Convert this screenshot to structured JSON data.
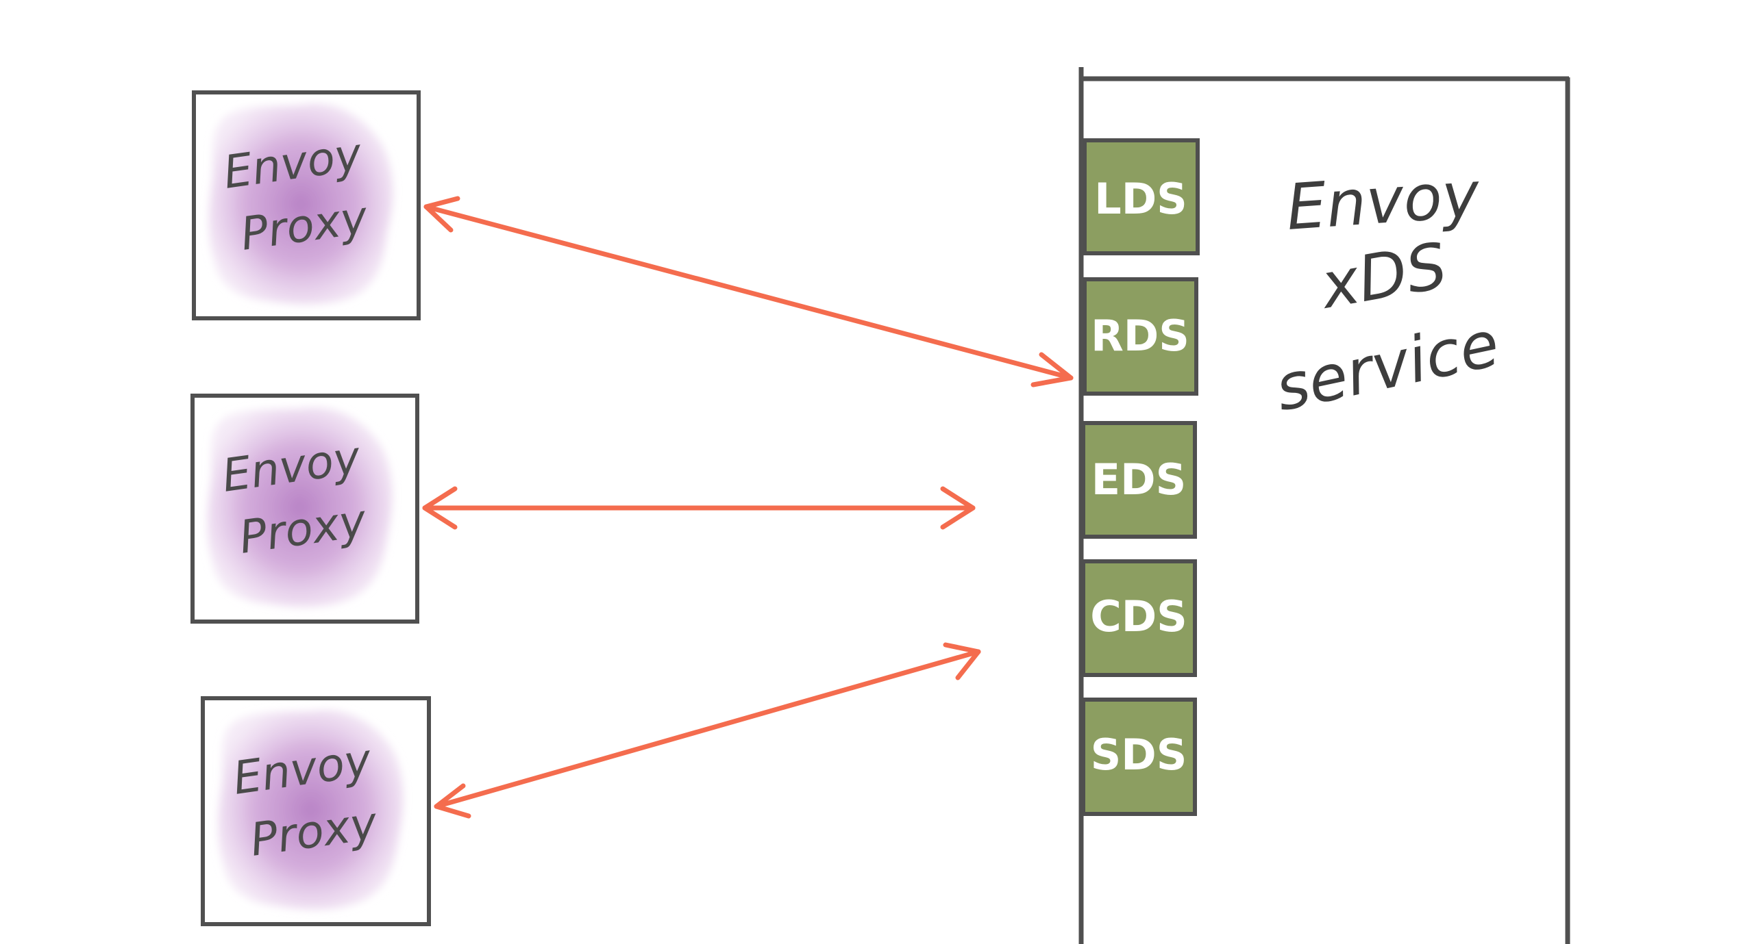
{
  "colors": {
    "box_stroke": "#505050",
    "arrow": "#f46c4e",
    "xds_fill": "#8c9e61",
    "xds_stroke": "#4f4f4f",
    "blob_center": "#b983c6",
    "blob_edge": "#e4cfe9",
    "proxy_text": "#4a4a4a"
  },
  "proxies": [
    {
      "line1": "Envoy",
      "line2": "Proxy"
    },
    {
      "line1": "Envoy",
      "line2": "Proxy"
    },
    {
      "line1": "Envoy",
      "line2": "Proxy"
    }
  ],
  "service": {
    "label_line1": "Envoy",
    "label_line2": "xDS",
    "label_line3": "service"
  },
  "xds_apis": [
    {
      "label": "LDS"
    },
    {
      "label": "RDS"
    },
    {
      "label": "EDS"
    },
    {
      "label": "CDS"
    },
    {
      "label": "SDS"
    }
  ]
}
